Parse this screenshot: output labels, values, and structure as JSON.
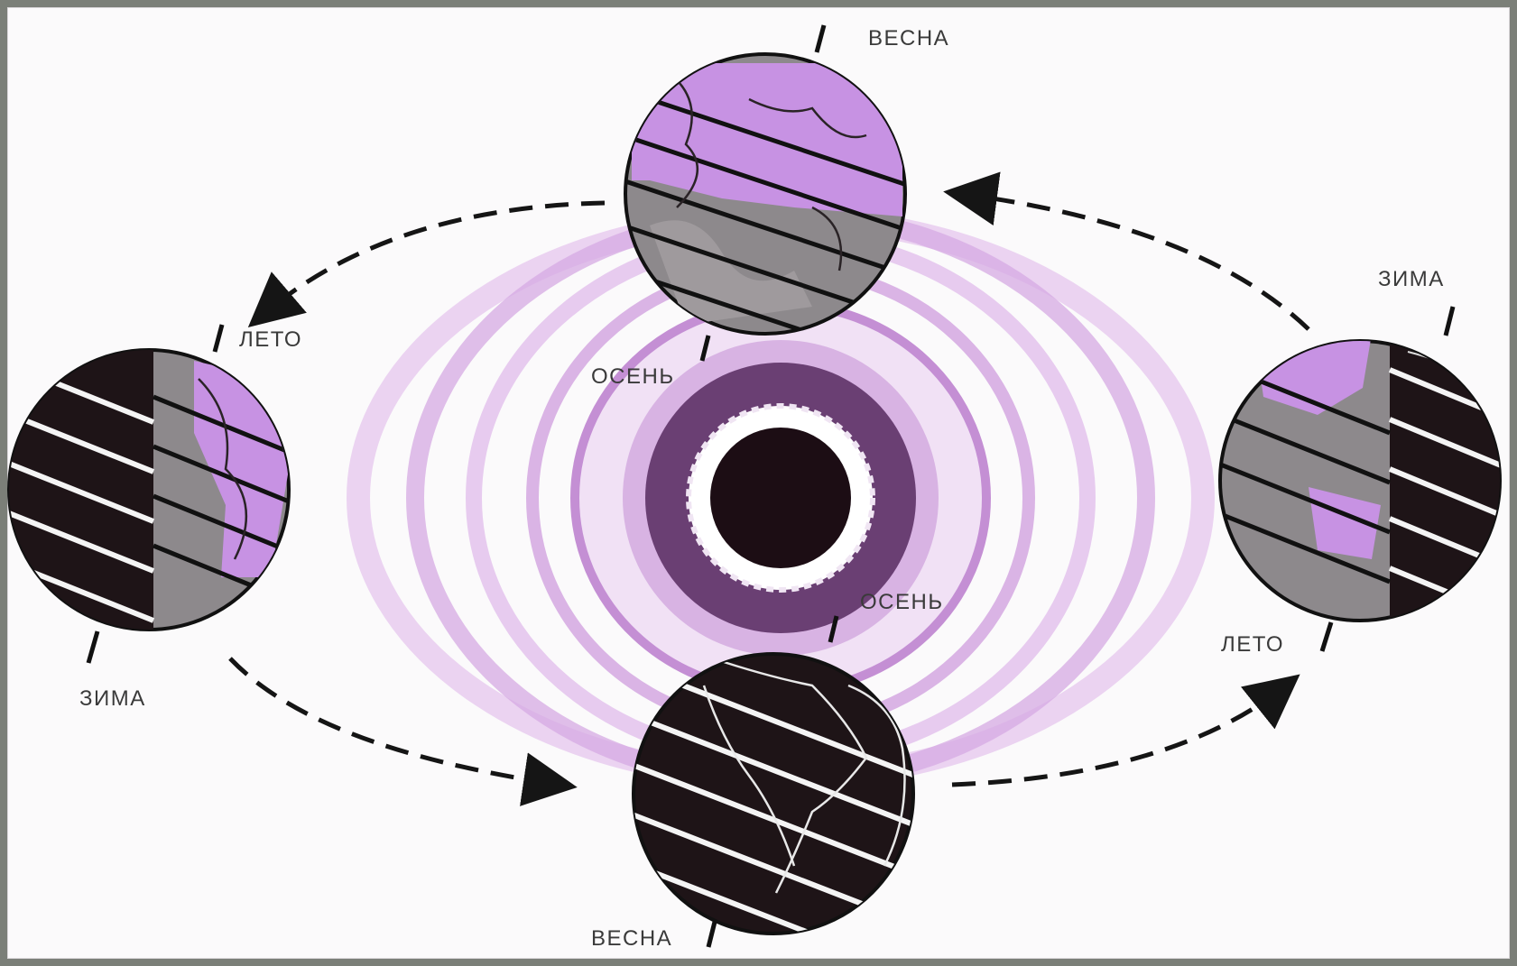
{
  "labels": {
    "top_season": "ВЕСНА",
    "top_bottom_season": "ОСЕНЬ",
    "left_top_season": "ЛЕТО",
    "left_bottom_season": "ЗИМА",
    "right_top_season": "ЗИМА",
    "right_bottom_season": "ЛЕТО",
    "bottom_top_season": "ОСЕНЬ",
    "bottom_bottom_season": "ВЕСНА"
  },
  "colors": {
    "background": "#7b7f78",
    "paper": "#fbfafb",
    "sun_glow": "#c89ad6",
    "sun_ring": "#6a3f73",
    "sun_core": "#1c0d14",
    "night_side": "#1e1417",
    "day_side": "#8d898c",
    "land_day": "#c792e3"
  },
  "icons": [
    "sun-icon",
    "earth-globe-icon",
    "orbit-arrow-icon"
  ]
}
